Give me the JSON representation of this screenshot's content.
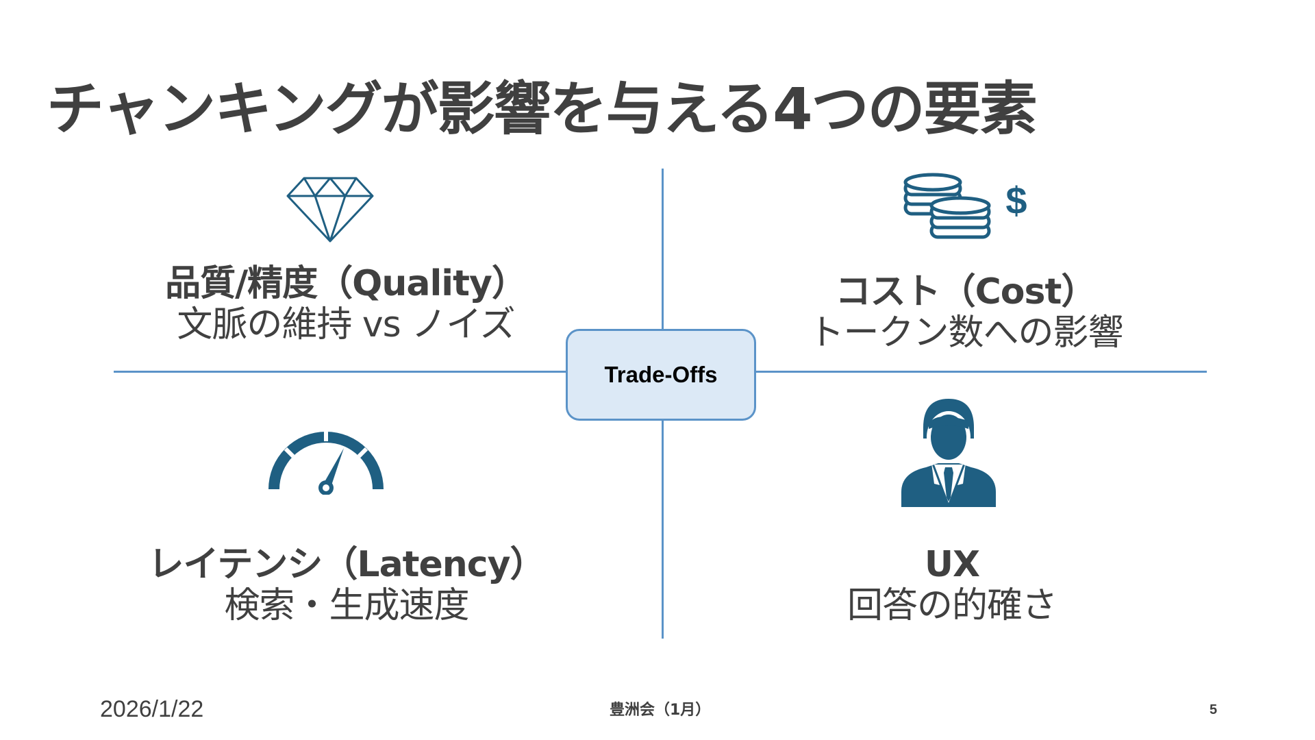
{
  "slide": {
    "title": "チャンキングが影響を与える4つの要素",
    "center_label": "Trade-Offs"
  },
  "quadrants": {
    "quality": {
      "heading": "品質/精度（Quality）",
      "sub": "文脈の維持 vs ノイズ",
      "icon": "diamond-icon"
    },
    "cost": {
      "heading": "コスト（Cost）",
      "sub": "トークン数への影響",
      "icon": "coins-dollar-icon"
    },
    "latency": {
      "heading": "レイテンシ（Latency）",
      "sub": "検索・生成速度",
      "icon": "speedometer-icon"
    },
    "ux": {
      "heading": "UX",
      "sub": "回答の的確さ",
      "icon": "businessman-icon"
    }
  },
  "footer": {
    "date": "2026/1/22",
    "center": "豊洲会（1月）",
    "page": "5"
  },
  "colors": {
    "accent": "#5b93c8",
    "icon": "#1f5f82",
    "center_fill": "#dce9f6",
    "text": "#404040"
  }
}
